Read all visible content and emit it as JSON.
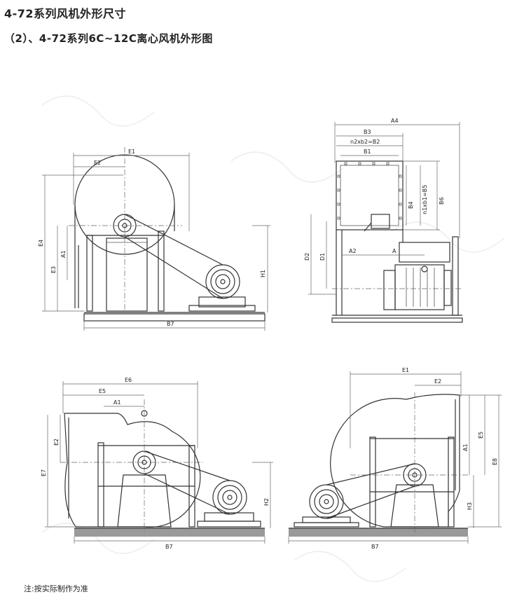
{
  "header": {
    "title": "4-72系列风机外形尺寸",
    "subtitle": "（2）、4-72系列6C~12C离心风机外形图"
  },
  "footer": {
    "note": "注:按实际制作为准"
  },
  "colors": {
    "line": "#333333",
    "base": "#9a9a9a",
    "background": "#ffffff"
  },
  "views": {
    "front": {
      "labels": {
        "e1": "E1",
        "e2": "E2",
        "e4": "E4",
        "e3": "E3",
        "a1": "A1",
        "h1": "H1",
        "b7": "B7"
      }
    },
    "side": {
      "labels": {
        "a4": "A4",
        "b3": "B3",
        "b2": "n2xb2=B2",
        "b1": "B1",
        "b4": "B4",
        "b5": "n1xb1=B5",
        "b6": "B6",
        "d2": "D2",
        "d1": "D1",
        "a2": "A2",
        "a3": "A"
      }
    },
    "left": {
      "labels": {
        "e6": "E6",
        "e5": "E5",
        "a1": "A1",
        "e2": "E2",
        "e7": "E7",
        "h2": "H2",
        "b7": "B7"
      }
    },
    "right": {
      "labels": {
        "e1": "E1",
        "e2": "E2",
        "e5": "E5",
        "a1": "A1",
        "e8": "E8",
        "h3": "H3",
        "b7": "B7"
      }
    }
  }
}
